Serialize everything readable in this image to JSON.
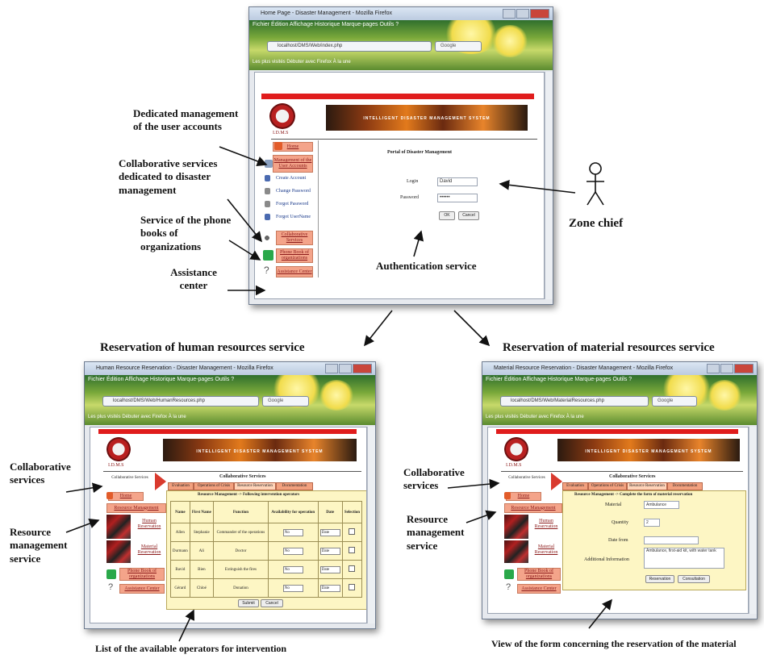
{
  "top_window": {
    "title": "Home Page - Disaster Management - Mozilla Firefox",
    "menu": "Fichier  Édition  Affichage  Historique  Marque-pages  Outils  ?",
    "address": "localhost/DMS/Web/index.php",
    "search": "Google",
    "bookmarks": "Les plus visités   Débuter avec Firefox   À la une",
    "logo_text": "I.D.M.S",
    "banner_text": "INTELLIGENT DISASTER MANAGEMENT SYSTEM",
    "nav": {
      "home": "Home",
      "management_accounts": "Management of the User Accounts",
      "create_account": "Create Account",
      "change_password": "Change Password",
      "forgot_password": "Forgot Password",
      "forgot_username": "Forgot UserName",
      "collaborative_services": "Collaborative Services",
      "phone_book": "Phone Book of organizations",
      "assistance_center": "Assistance Center"
    },
    "form": {
      "heading": "Portal of Disaster Management",
      "login_label": "Login",
      "login_value": "David",
      "password_label": "Password",
      "password_value": "••••••",
      "ok_button": "OK",
      "cancel_button": "Cancel"
    }
  },
  "human_window": {
    "title": "Human Resource Reservation - Disaster Management - Mozilla Firefox",
    "menu": "Fichier  Édition  Affichage  Historique  Marque-pages  Outils  ?",
    "address": "localhost/DMS/Web/HumanResources.php",
    "search": "Google",
    "bookmarks": "Les plus visités   Débuter avec Firefox   À la une",
    "logo_text": "I.D.M.S",
    "banner_text": "INTELLIGENT DISASTER MANAGEMENT SYSTEM",
    "collab_label": "Collaborative Services",
    "heading": "Collaborative Services",
    "tabs": [
      "Evaluation",
      "Operations of Crisis",
      "Resource Reservation",
      "Documentation"
    ],
    "panel_caption": "Resource Management -> Following intervention operators",
    "columns": [
      "Name",
      "First Name",
      "Function",
      "Availability for operation",
      "Date",
      "Selection"
    ],
    "rows": [
      [
        "Allen",
        "Stephanie",
        "Commander of the operations",
        "No",
        "Date",
        ""
      ],
      [
        "Durmann",
        "Ali",
        "Doctor",
        "No",
        "Date",
        ""
      ],
      [
        "Bavid",
        "Bien",
        "Extinguish the fires",
        "No",
        "Date",
        ""
      ],
      [
        "Gérard",
        "Chloé",
        "Donation",
        "No",
        "Date",
        ""
      ]
    ],
    "nav": {
      "home": "Home",
      "resource_management": "Resource Management",
      "human_reservation": "Human Reservation",
      "material_reservation": "Material Reservation",
      "phone_book": "Phone Book of organizations",
      "assistance_center": "Assistance Center"
    },
    "buttons": [
      "Submit",
      "Cancel"
    ]
  },
  "material_window": {
    "title": "Material Resource Reservation - Disaster Management - Mozilla Firefox",
    "menu": "Fichier  Édition  Affichage  Historique  Marque-pages  Outils  ?",
    "address": "localhost/DMS/Web/MaterialResources.php",
    "search": "Google",
    "bookmarks": "Les plus visités   Débuter avec Firefox   À la une",
    "logo_text": "I.D.M.S",
    "banner_text": "INTELLIGENT DISASTER MANAGEMENT SYSTEM",
    "collab_label": "Collaborative Services",
    "heading": "Collaborative Services",
    "tabs": [
      "Evaluation",
      "Operations of Crisis",
      "Resource Reservation",
      "Documentation"
    ],
    "panel_caption": "Resource Management -> Complete the form of material reservation",
    "fields": [
      {
        "label": "Material",
        "value": "Ambulance"
      },
      {
        "label": "Quantity",
        "value": "2"
      },
      {
        "label": "Date from",
        "value": ""
      },
      {
        "label": "Additional Information",
        "value": "Ambulance, first-aid kit, with water tank"
      }
    ],
    "nav": {
      "home": "Home",
      "resource_management": "Resource Management",
      "human_reservation": "Human Reservation",
      "material_reservation": "Material Reservation",
      "phone_book": "Phone Book of organizations",
      "assistance_center": "Assistance Center"
    },
    "buttons": [
      "Reservation",
      "Consultation"
    ]
  },
  "annotations": {
    "dedicated_management": "Dedicated management of the user accounts",
    "collaborative_dedicated": "Collaborative services dedicated to disaster management",
    "phone_books": "Service of the phone books of organizations",
    "assistance": "Assistance center",
    "zone_chief": "Zone chief",
    "authentication": "Authentication service",
    "human_title": "Reservation of human resources service",
    "material_title": "Reservation of material resources service",
    "collab_left": "Collaborative services",
    "resource_left": "Resource management service",
    "collab_right": "Collaborative services",
    "resource_right": "Resource management service",
    "list_operators": "List of the available operators for intervention",
    "view_form": "View of the form concerning the reservation of the material"
  }
}
